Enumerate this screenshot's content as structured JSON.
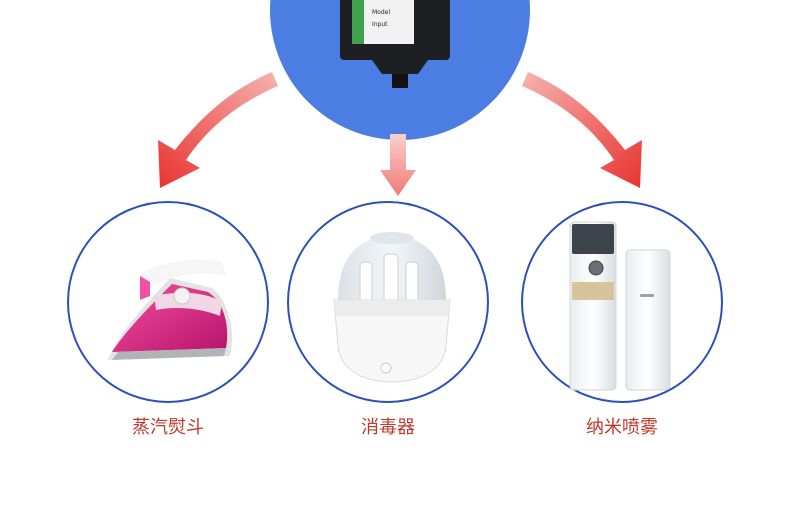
{
  "products": [
    {
      "label": "蒸汽熨斗",
      "icon": "steam-iron-icon"
    },
    {
      "label": "消毒器",
      "icon": "bottle-sterilizer-icon"
    },
    {
      "label": "纳米喷雾",
      "icon": "nano-mist-sprayer-icon"
    }
  ],
  "adapter_label": {
    "line1": "Model",
    "line2": "Input"
  },
  "colors": {
    "hub": "#4b7de3",
    "ring": "#2c4fb8",
    "arrow": "#e8332f",
    "label": "#c0392b"
  }
}
